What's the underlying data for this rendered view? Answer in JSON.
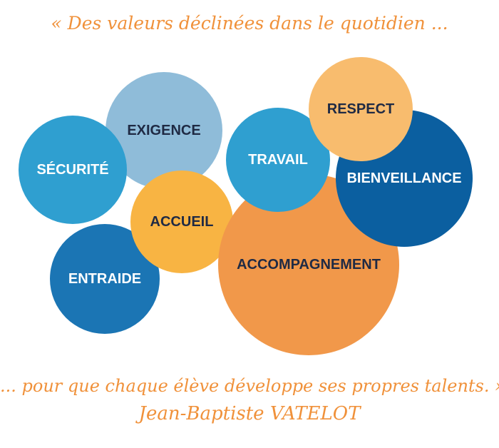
{
  "quote": {
    "line1": "« Des valeurs déclinées dans le quotidien ...",
    "line2": "... pour que chaque élève développe ses propres talents. »",
    "author": "Jean-Baptiste VATELOT"
  },
  "colors": {
    "quote_orange": "#f0913a",
    "light_blue": "#8fbcd9",
    "medium_blue": "#2f9fd0",
    "dark_blue": "#1b75b4",
    "navy_blue": "#0b5fa0",
    "yellow_orange": "#f8b443",
    "peach": "#f8bc6e",
    "orange": "#f1984a",
    "label_light": "#ffffff",
    "label_dark": "#1f2a44"
  },
  "bubbles": [
    {
      "id": "exigence",
      "label": "EXIGENCE",
      "fill": "light_blue",
      "text": "label_dark"
    },
    {
      "id": "securite",
      "label": "SÉCURITÉ",
      "fill": "medium_blue",
      "text": "label_light"
    },
    {
      "id": "entraide",
      "label": "ENTRAIDE",
      "fill": "dark_blue",
      "text": "label_light"
    },
    {
      "id": "accueil",
      "label": "ACCUEIL",
      "fill": "yellow_orange",
      "text": "label_dark"
    },
    {
      "id": "accompagnement",
      "label": "ACCOMPAGNEMENT",
      "fill": "orange",
      "text": "label_dark"
    },
    {
      "id": "bienveillance",
      "label": "BIENVEILLANCE",
      "fill": "navy_blue",
      "text": "label_light"
    },
    {
      "id": "travail",
      "label": "TRAVAIL",
      "fill": "medium_blue",
      "text": "label_light"
    },
    {
      "id": "respect",
      "label": "RESPECT",
      "fill": "peach",
      "text": "label_dark"
    }
  ]
}
